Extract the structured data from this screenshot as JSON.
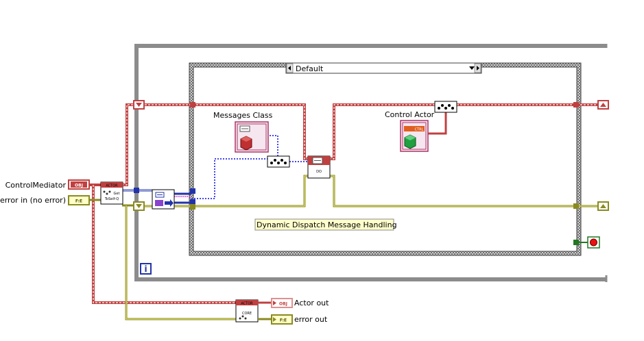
{
  "controls": {
    "control_mediator": "ControlMediator",
    "error_in": "error in (no error)"
  },
  "indicators": {
    "actor_out": "Actor out",
    "error_out": "error out"
  },
  "case_structure": {
    "selector_value": "Default"
  },
  "labels": {
    "messages_class": "Messages Class",
    "control_actor": "Control Actor",
    "comment": "Dynamic Dispatch Message Handling"
  },
  "terminals": {
    "obj": "OBJ",
    "err": "F:E"
  },
  "nodes": {
    "actor_banner": "ACTOR",
    "get_to_self": "Get",
    "get_to_self_2": "ToSelf-Q",
    "do_label": "DO",
    "core_label": "CORE",
    "ctrl_badge": "CTRL"
  },
  "loop": {
    "iteration_symbol": "i"
  },
  "colors": {
    "class_wire": "#c04040",
    "error_wire": "#8a8a20",
    "queue_wire": "#2233aa",
    "loop_border": "#8c8c8c"
  }
}
